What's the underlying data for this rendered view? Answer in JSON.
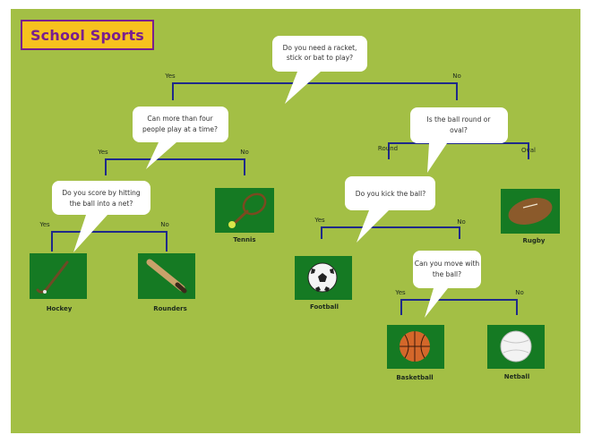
{
  "title": "School Sports",
  "questions": {
    "q_racket": [
      "Do you need a racket,",
      "stick or bat to play?"
    ],
    "q_people": [
      "Can more than four",
      "people play at a time?"
    ],
    "q_score": [
      "Do you score by hitting",
      "the ball into a net?"
    ],
    "q_round": [
      "Is the ball round or",
      "oval?"
    ],
    "q_kick": [
      "Do you kick the ball?"
    ],
    "q_move": [
      "Can you move with",
      "the ball?"
    ]
  },
  "branches": {
    "racket_yes": "Yes",
    "racket_no": "No",
    "people_yes": "Yes",
    "people_no": "No",
    "score_yes": "Yes",
    "score_no": "No",
    "round_round": "Round",
    "round_oval": "Oval",
    "kick_yes": "Yes",
    "kick_no": "No",
    "move_yes": "Yes",
    "move_no": "No"
  },
  "leaves": {
    "hockey": "Hockey",
    "rounders": "Rounders",
    "tennis": "Tennis",
    "football": "Football",
    "rugby": "Rugby",
    "basketball": "Basketball",
    "netball": "Netball"
  },
  "icons": {
    "hockey": "hockey-stick-icon",
    "rounders": "rounders-bat-icon",
    "tennis": "tennis-racket-icon",
    "football": "football-icon",
    "rugby": "rugby-ball-icon",
    "basketball": "basketball-icon",
    "netball": "netball-icon"
  },
  "colors": {
    "background": "#a3bf45",
    "title_fill": "#f7c21e",
    "title_text": "#7a1f8e",
    "tree_lines": "#1f2a8a",
    "tile": "#157a23"
  }
}
